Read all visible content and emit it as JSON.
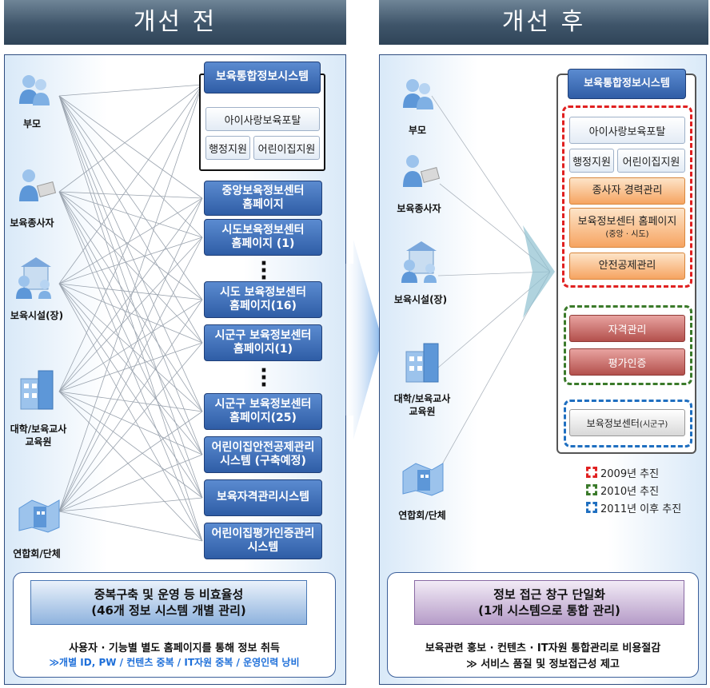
{
  "left": {
    "header": "개선 전",
    "actors": [
      {
        "icon": "parents-icon",
        "label": "부모"
      },
      {
        "icon": "childcare-worker-icon",
        "label": "보육종사자"
      },
      {
        "icon": "childcare-facility-icon",
        "label": "보육시설(장)"
      },
      {
        "icon": "university-icon",
        "label": "대학/보육교사\n교육원"
      },
      {
        "icon": "association-icon",
        "label": "연합회/단체"
      }
    ],
    "main_system": {
      "title": "보육통합정보시스템",
      "portal": "아이사랑보육포탈",
      "sub_left": "행정지원",
      "sub_right": "어린이집지원"
    },
    "systems": [
      "중앙보육정보센터\n홈페이지",
      "시도보육정보센터\n홈페이지 (1)",
      "시도 보육정보센터\n홈페이지(16)",
      "시군구 보육정보센터\n홈페이지(1)",
      "시군구 보육정보센터\n홈페이지(25)",
      "어린이집안전공제관리\n시스템 (구축예정)",
      "보육자격관리시스템",
      "어린이집평가인증관리\n시스템"
    ],
    "bottom": {
      "title_line1": "중복구축 및 운영 등 비효율성",
      "title_line2": "(46개 정보 시스템 개별 관리)",
      "desc_line1": "사용자 · 기능별 별도 홈페이지를 통해 정보 취득",
      "desc_line2": "≫개별 ID, PW / 컨텐츠 중복 / IT자원 중복 / 운영인력 낭비"
    }
  },
  "right": {
    "header": "개선 후",
    "actors": [
      {
        "icon": "parents-icon",
        "label": "부모"
      },
      {
        "icon": "childcare-worker-icon",
        "label": "보육종사자"
      },
      {
        "icon": "childcare-facility-icon",
        "label": "보육시설(장)"
      },
      {
        "icon": "university-icon",
        "label": "대학/보육교사\n교육원"
      },
      {
        "icon": "association-icon",
        "label": "연합회/단체"
      }
    ],
    "system": {
      "title": "보육통합정보시스템",
      "portal": "아이사랑보육포탈",
      "sub_left": "행정지원",
      "sub_right": "어린이집지원",
      "career": "종사자 경력관리",
      "center_home": "보육정보센터 홈페이지",
      "center_home_note": "(중앙 · 시도)",
      "safety": "안전공제관리",
      "qualification": "자격관리",
      "accreditation": "평가인증",
      "district_center": "보육정보센터",
      "district_center_note": "(시군구)"
    },
    "legend": [
      {
        "label": "2009년 추진",
        "color": "#e02020"
      },
      {
        "label": "2010년 추진",
        "color": "#3a7a2a"
      },
      {
        "label": "2011년 이후 추진",
        "color": "#1f6fc0"
      }
    ],
    "bottom": {
      "title_line1": "정보 접근 창구 단일화",
      "title_line2": "(1개 시스템으로 통합 관리)",
      "desc_line1": "보육관련 홍보 · 컨텐츠 · IT자원 통합관리로 비용절감",
      "desc_line2": "≫ 서비스 품질 및 정보접근성 제고"
    }
  }
}
